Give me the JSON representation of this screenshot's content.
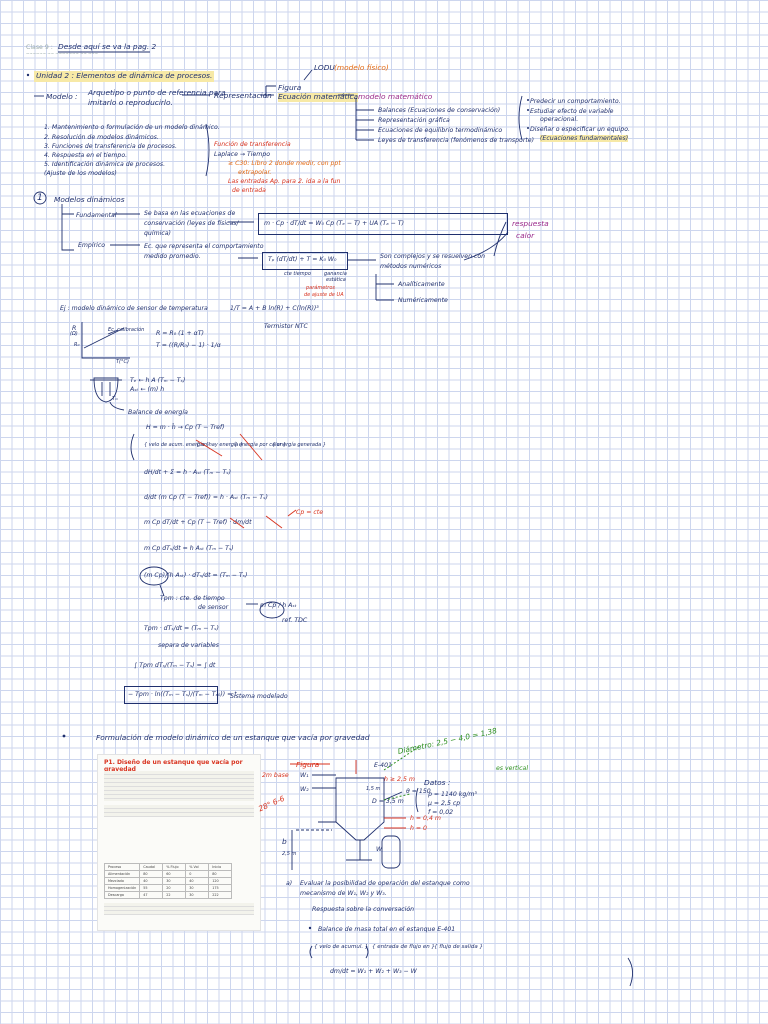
{
  "header": {
    "clase": "Clase 9 :",
    "desde": "Desde aquí se va la pag. 2",
    "subline": "~~~~~~ ~~ ~~~~~~~ ~~ ~~~"
  },
  "unidad": "Unidad 2 :  Elementos de dinámica de procesos.",
  "modelo": {
    "label": "Modelo :",
    "def_1": "Arquetipo o punto de referencia para",
    "def_2": "imitarlo o reproducirlo.",
    "representacion": "Representación",
    "figura": "Figura",
    "ecuacion": "Ecuación matemática",
    "modelo_fisico": "LODU",
    "modelo_fisico_note": "(modelo físico)",
    "modelo_mat": "modelo matemático",
    "items": [
      "Balances  (Ecuaciones de conservación)",
      "Representación gráfica",
      "Ecuaciones de equilibrio termodinámico",
      "Leyes de transferencia  (fenómenos de transporte)"
    ],
    "notes": [
      "Predecir un comportamiento.",
      "Estudiar efecto de variable",
      "operacional.",
      "Diseñar o especificar un equipo.",
      "(Ecuaciones fundamentales)"
    ]
  },
  "lista": {
    "items": [
      "1.  Mantenimiento o formulación de un modelo dinámico.",
      "2.  Resolución de modelos dinámicos.",
      "3.  Funciones de transferencia de procesos.",
      "4.  Respuesta en el tiempo.",
      "5.  Identificación dinámica de procesos.",
      "     (Ajuste de los modelos)"
    ],
    "nota_rojas": [
      "Función de transferencia",
      "Laplace  →  Tiempo",
      "≥ C30: Libro 2 donde medir, con ppt",
      "extrapolar.",
      "Las entradas  Ap. para 2. ida a la fun",
      "de entrada"
    ]
  },
  "modelos_dinamicos": {
    "num": "1",
    "titulo": "Modelos dinámicos",
    "fundamental": "Fundamental",
    "fund_desc_1": "Se basa en las ecuaciones de",
    "fund_desc_2": "conservación  (leyes de físicas/",
    "fund_desc_3": "química)",
    "eq_fund": "m · Cp · dT/dt  =  W₀ Cp (Tₑ − T) + UA (Tₐ − T)",
    "empirico": "Empírico",
    "emp_desc_1": "Ec. que representa el comportamiento",
    "emp_desc_2": "medido promedio.",
    "eq_emp": "Tₚ (dT/dt) + T = K₀ W₀",
    "cte_tiempo": "cte tiempo",
    "ganancia": "ganancia",
    "estatica": "estática",
    "parametros": "parámetros",
    "de_ajuste": "de ajuste de UA",
    "son_complejos_1": "Son complejos y se resuelven con",
    "son_complejos_2": "métodos numéricos",
    "analiticamente": "Analíticamente",
    "numericamente": "Numéricamente",
    "respuesta_1": "respuesta",
    "respuesta_2": "calor"
  },
  "ejemplo": {
    "ej": "Ej :  modelo dinámico de sensor de temperatura",
    "ecuacion": "1/T  =  A + B ln(R) + C(ln(R))³",
    "termistor": "Termistor  NTC",
    "graf_r": "R",
    "graf_unit": "(Ω)",
    "graf_cal": "Ec. calibración",
    "graf_eq1": "R = R₀ (1 + αT)",
    "graf_eq2": "T = ((R/R₀) − 1) · 1/α",
    "r0": "R₀",
    "eje_t": "T(°C)",
    "balance_energia": "Balance de energía",
    "eq_b1": "Tₑ ← h A (Tₘ − Tₛ)",
    "eq_b2": "Aₛₜ ← (m) h",
    "eq_b3": "Tₘ",
    "eq_h": "H = m · ĥ  →  Cp (T − Tref)",
    "acum_1": "{ velo de acum. energía }",
    "acum_2": "{ no hay energía }",
    "acum_3": "{ energía por calor }",
    "acum_4": "{ energía generada }",
    "eq_dh": "dH/dt  +  Σ̇  =  h · Aₛₜ (Tₘ − Tₛ)",
    "eq_d1": "d/dt (m Cp (T − Tref))  =  h · Aₛₜ (Tₘ − Tₛ)",
    "eq_d2": "m Cp dT/dt  +  Cp (T − Tref) · dm/dt",
    "cp_cte": "Cp = cte",
    "eq_d3": "m Cp dTₛ/dt  =  h Aₛₜ (Tₘ − Tₛ)",
    "eq_d4": "(m Cp)/(h Aₛₜ) · dTₛ/dt  =  (Tₘ − Tₛ)",
    "tpm_1": "Tpm :  cte. de tiempo",
    "tpm_2": "de sensor",
    "mcp_ahs": "m Cp / h Aₛₜ",
    "tdc": "ref. TDC",
    "eq_d5": "Tpm · dTₛ/dt  =  (Tₘ − Tₛ)",
    "separa": "separa de variables",
    "eq_int": "∫ Tpm dTₛ/(Tₘ − Tₛ)  =  ∫ dt",
    "eq_final": "− Tpm · ln((Tₘ − Tₛ)/(Tₘ − Tₛ₀))  =  t",
    "sistema": "Sistema modelado"
  },
  "formulacion": {
    "titulo": "Formulación de modelo dinámico de un estanque que vacía por gravedad",
    "embed_title": "P1. Diseño de un estanque que vacía por gravedad",
    "embed_table_headers": [
      "Proceso",
      "Caudal",
      "% Flujo",
      "% Vol",
      "Inicio"
    ],
    "embed_table_rows": [
      [
        "Alimentación",
        "80",
        "60",
        "0",
        "80"
      ],
      [
        "Mezclado",
        "40",
        "30",
        "40",
        "120"
      ],
      [
        "Homogenización",
        "55",
        "20",
        "30",
        "175"
      ],
      [
        "Descarga",
        "47",
        "22",
        "30",
        "222"
      ]
    ],
    "figura": "Figura",
    "tanque": "E-401",
    "h_label": "h ≥ 2,5 m",
    "d_label": "D = 3,5 m",
    "v_label": "1,5 m",
    "b_label": "b",
    "b_dim": "2,5 m",
    "h04": "h = 0,4 m",
    "h0": "h = 0",
    "deg": "θ = 150",
    "w_label": "W",
    "w1": "W₁",
    "w2": "W₂",
    "datos_title": "Datos :",
    "datos_1": "ρ = 1140 kg/m³",
    "datos_2": "μ = 2,5 cp",
    "datos_3": "f = 0,02",
    "verde_1": "Diámetro: 2,5 − 4,0 = 1,38",
    "verde_2": "es vertical",
    "red_ann": "2m base",
    "red_ann2": "28° 6-6",
    "a_label": "a)",
    "a_1": "Evaluar la posibilidad de operación del estanque como",
    "a_2": "mecanismo de  W₁, W₂  y  W₃.",
    "respuesta": "Respuesta sobre la conversación",
    "balance_1": "Balance de masa total en el estanque  E-401",
    "bal_acum": "{ velo de acumul. }",
    "bal_ent": "{ entrada de flujo en }",
    "bal_sal": "{ flujo de salida }",
    "bal_eq": "dm/dt  =  W₁ + W₂ + W₃  −  W"
  }
}
